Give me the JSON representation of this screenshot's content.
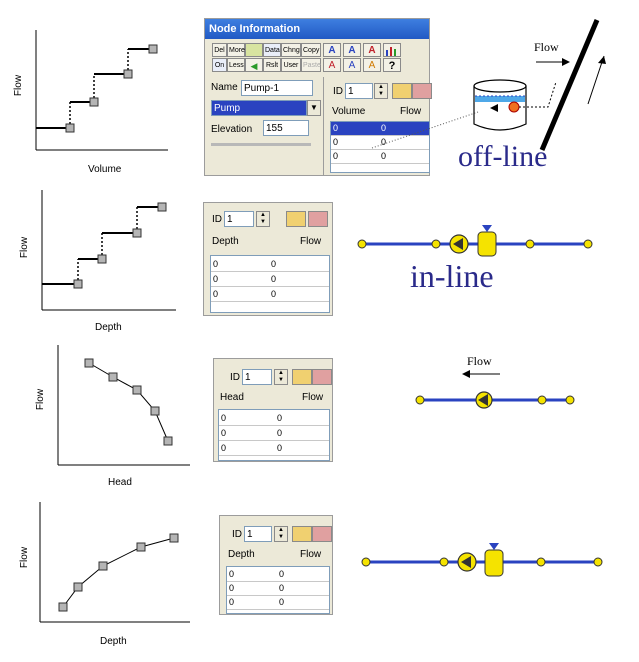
{
  "panel1": {
    "title": "Node Information",
    "toolbar_row1": [
      "Del",
      "More",
      "",
      "Data",
      "Chng",
      "Copy",
      "",
      "",
      "",
      ""
    ],
    "toolbar_row2": [
      "On",
      "Less",
      "",
      "Rslt",
      "User",
      "Paste",
      "",
      "",
      "",
      "?"
    ],
    "name_label": "Name",
    "name_value": "Pump-1",
    "type_value": "Pump",
    "elevation_label": "Elevation",
    "elevation_value": "155",
    "id_label": "ID",
    "id_value": "1",
    "col1": "Volume",
    "col2": "Flow",
    "rows": [
      [
        "0",
        "0"
      ],
      [
        "0",
        "0"
      ],
      [
        "0",
        "0"
      ]
    ]
  },
  "panel2": {
    "id_label": "ID",
    "id_value": "1",
    "col1": "Depth",
    "col2": "Flow",
    "rows": [
      [
        "0",
        "0"
      ],
      [
        "0",
        "0"
      ],
      [
        "0",
        "0"
      ]
    ]
  },
  "panel3": {
    "id_label": "ID",
    "id_value": "1",
    "col1": "Head",
    "col2": "Flow",
    "rows": [
      [
        "0",
        "0"
      ],
      [
        "0",
        "0"
      ],
      [
        "0",
        "0"
      ]
    ]
  },
  "panel4": {
    "id_label": "ID",
    "id_value": "1",
    "col1": "Depth",
    "col2": "Flow",
    "rows": [
      [
        "0",
        "0"
      ],
      [
        "0",
        "0"
      ],
      [
        "0",
        "0"
      ]
    ]
  },
  "charts": [
    {
      "xlabel": "Volume",
      "ylabel": "Flow"
    },
    {
      "xlabel": "Depth",
      "ylabel": "Flow"
    },
    {
      "xlabel": "Head",
      "ylabel": "Flow"
    },
    {
      "xlabel": "Depth",
      "ylabel": "Flow"
    }
  ],
  "labels": {
    "offline": "off-line",
    "inline": "in-line",
    "flow1": "Flow",
    "flow2": "Flow"
  },
  "colors": {
    "pipe": "#2a43c0",
    "node": "#f5e300",
    "pump_fill": "#f5e300",
    "water": "#4fa8e8",
    "text_blue": "#2a2a8a"
  }
}
